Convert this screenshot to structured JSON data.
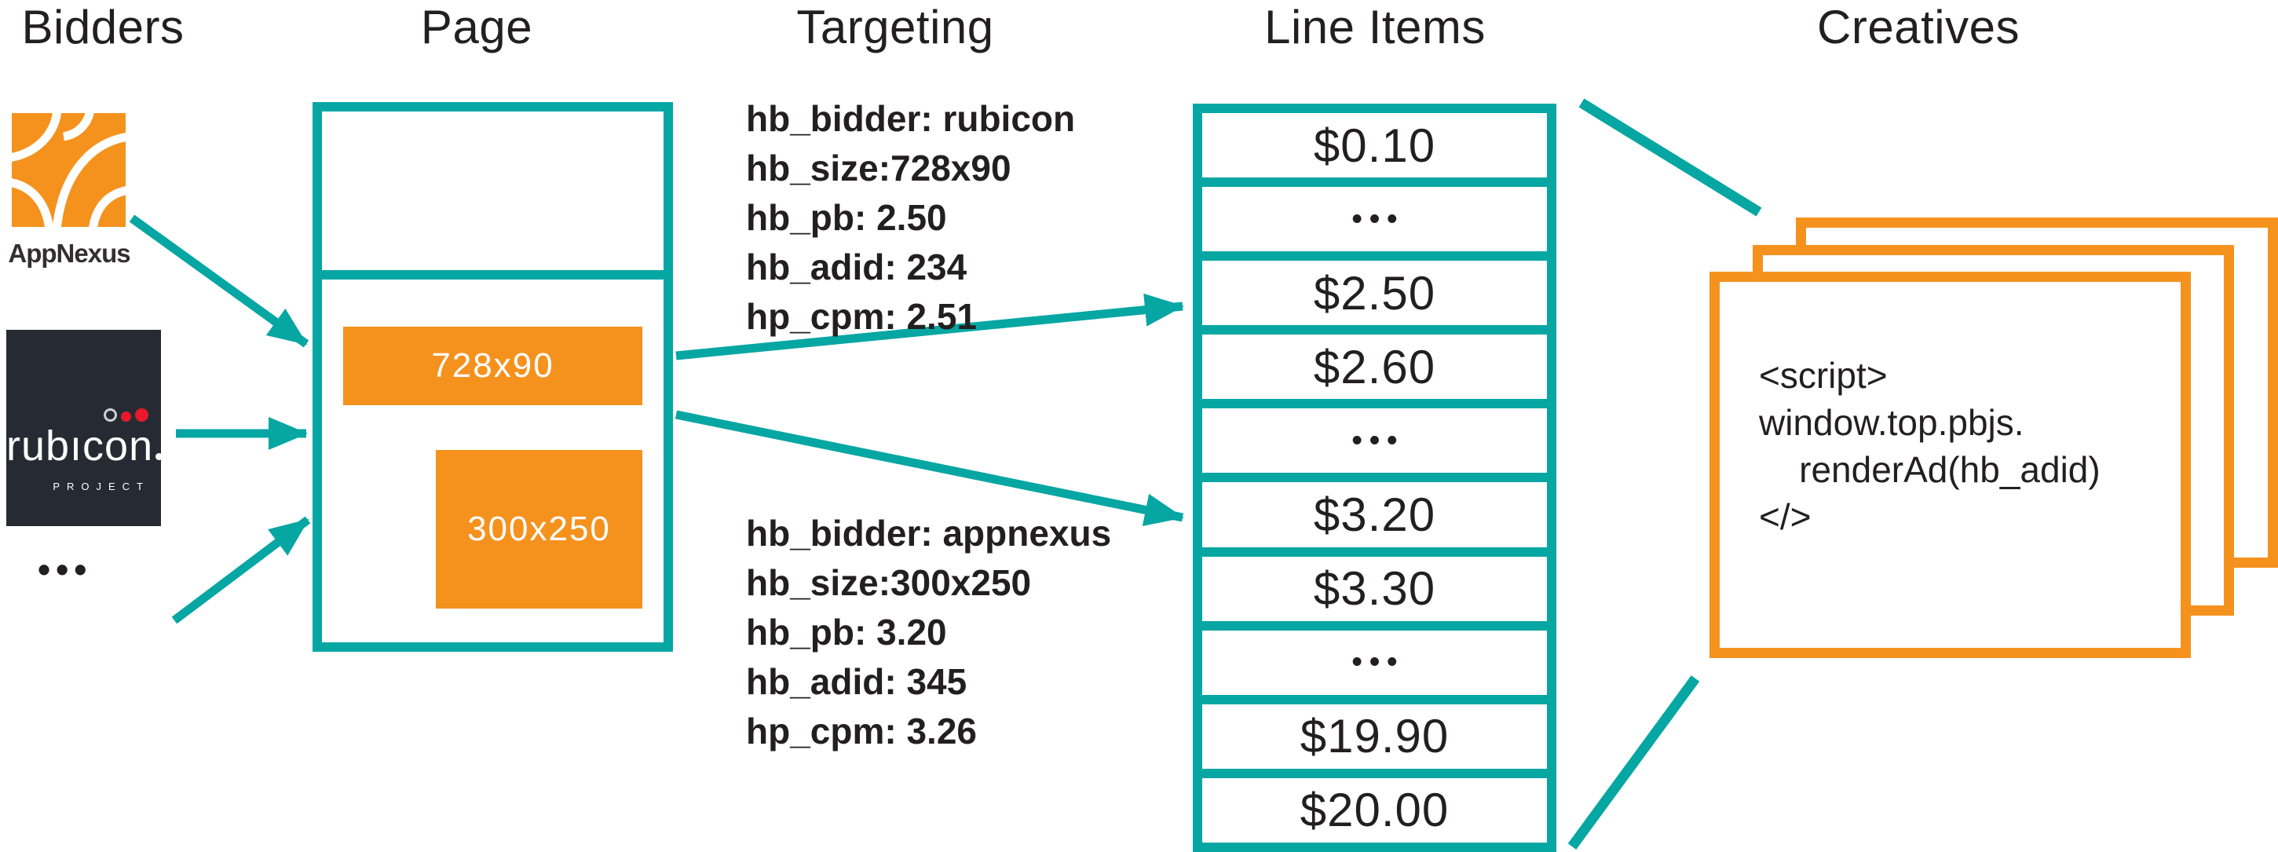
{
  "titles": {
    "bidders": "Bidders",
    "page": "Page",
    "targeting": "Targeting",
    "line_items": "Line Items",
    "creatives": "Creatives"
  },
  "bidders": {
    "appnexus_label": "AppNexus",
    "rubicon_wordmark": "rubıcon",
    "rubicon_project": "PROJECT",
    "more": "•••"
  },
  "page": {
    "leaderboard_label": "728x90",
    "rectangle_label": "300x250"
  },
  "targeting": {
    "rubicon_block": [
      "hb_bidder: rubicon",
      "hb_size:728x90",
      "hb_pb: 2.50",
      "hb_adid: 234",
      "hp_cpm: 2.51"
    ],
    "appnexus_block": [
      "hb_bidder: appnexus",
      "hb_size:300x250",
      "hb_pb: 3.20",
      "hb_adid: 345",
      "hp_cpm: 3.26"
    ]
  },
  "line_items": {
    "rows": [
      "$0.10",
      "•••",
      "$2.50",
      "$2.60",
      "•••",
      "$3.20",
      "$3.30",
      "•••",
      "$19.90",
      "$20.00"
    ]
  },
  "creatives": {
    "code_lines": [
      "<script>",
      "window.top.pbjs.",
      "    renderAd(hb_adid)",
      "</>"
    ]
  },
  "colors": {
    "teal": "#06a6a3",
    "orange": "#f5921e",
    "ink": "#231f20",
    "rubicon_bg": "#262b33",
    "rubicon_red": "#e8192c",
    "white": "#ffffff"
  }
}
